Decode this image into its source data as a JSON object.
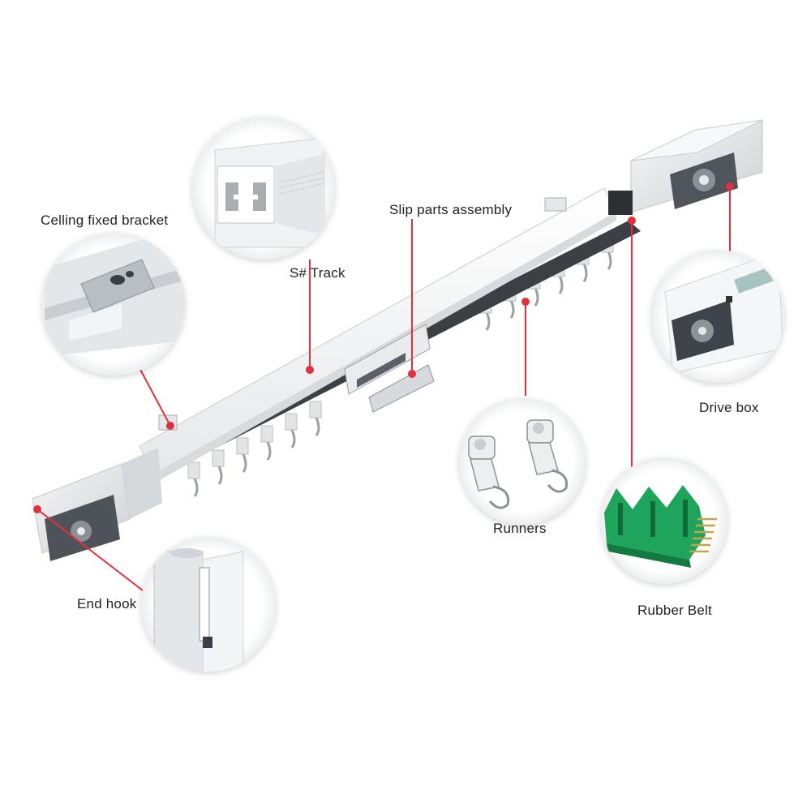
{
  "labels": {
    "ceiling_bracket": "Celling fixed bracket",
    "track": "S# Track",
    "slip_parts": "Slip parts assembly",
    "drive_box": "Drive box",
    "runners": "Runners",
    "rubber_belt": "Rubber Belt",
    "end_hook": "End hook"
  },
  "colors": {
    "leader_line": "#e0313c",
    "belt_green": "#1fa55b",
    "track_white": "#fafafa",
    "bracket_dark": "#555a60"
  }
}
